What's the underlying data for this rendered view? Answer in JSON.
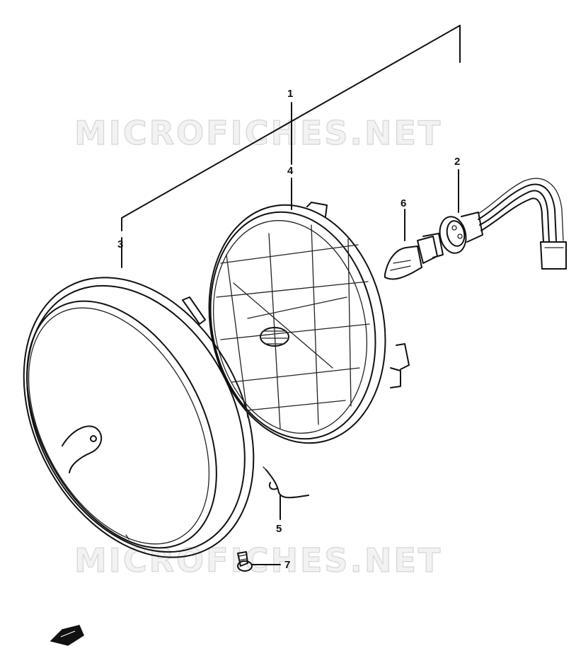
{
  "watermark": {
    "top": "MICROFICHES.NET",
    "bottom": "MICROFICHES.NET"
  },
  "callouts": [
    {
      "id": "1",
      "label": "1"
    },
    {
      "id": "2",
      "label": "2"
    },
    {
      "id": "3",
      "label": "3"
    },
    {
      "id": "4",
      "label": "4"
    },
    {
      "id": "5",
      "label": "5"
    },
    {
      "id": "6",
      "label": "6"
    },
    {
      "id": "7",
      "label": "7"
    }
  ],
  "icons": [
    "front-direction-arrow-icon"
  ],
  "colors": {
    "ink": "#111111",
    "watermark": "#d6d6d6"
  }
}
